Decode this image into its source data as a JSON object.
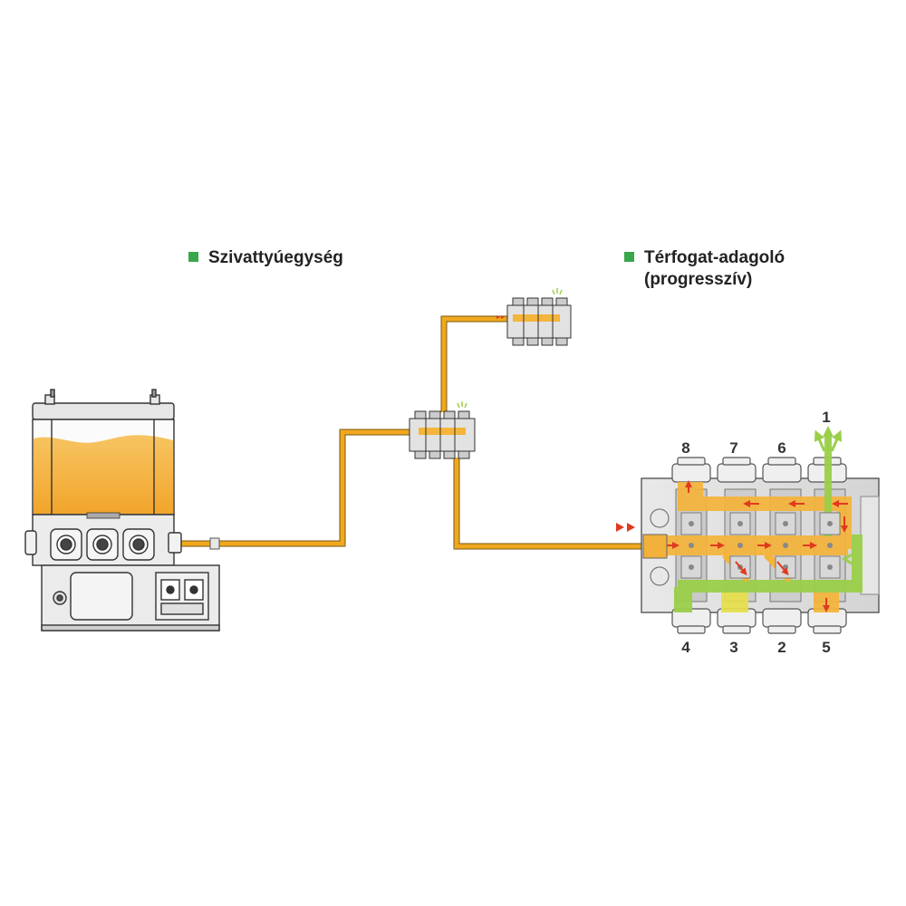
{
  "legend": {
    "pump_unit_label": "Szivattyúegység",
    "distributor_label_line1": "Térfogat-adagoló",
    "distributor_label_line2": "(progresszív)"
  },
  "outlets": {
    "top": [
      "8",
      "7",
      "6"
    ],
    "top_right": "1",
    "bottom": [
      "4",
      "3",
      "2",
      "5"
    ]
  },
  "colors": {
    "grease": "#f5a623",
    "pipe": "#f0a81e",
    "flow_green": "#9bcf4a",
    "flow_arrow_red": "#e03a1e",
    "legend_marker": "#3aa64a",
    "housing": "#dcdcdc",
    "outline": "#444444"
  }
}
